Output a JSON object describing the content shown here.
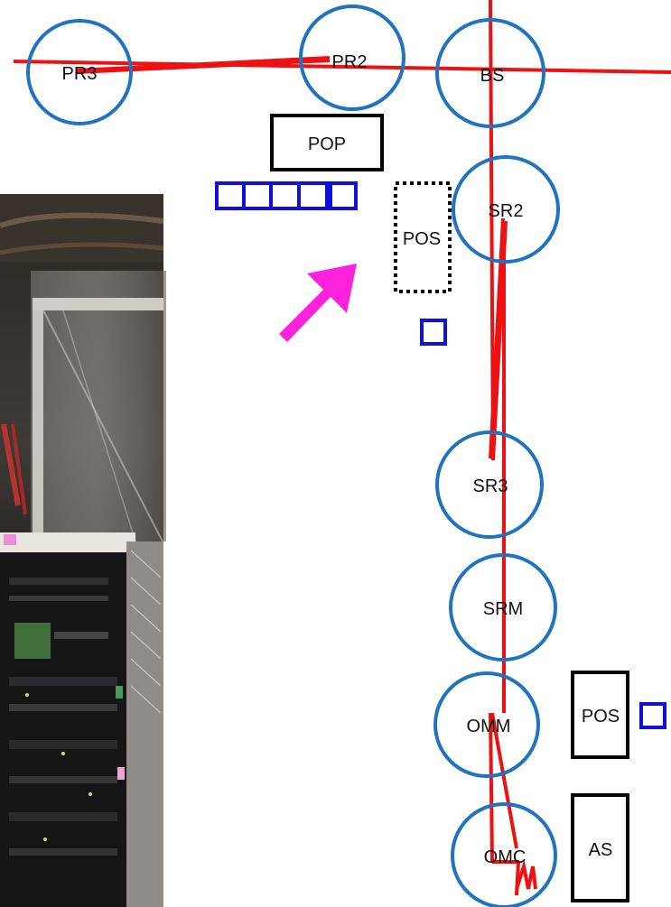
{
  "colors": {
    "beam": "#ee1111",
    "optic_circle": "#1f73bf",
    "box": "#000000",
    "small_box": "#1010dd",
    "arrow": "#ff22dd"
  },
  "optics": {
    "pr3": "PR3",
    "pr2": "PR2",
    "bs": "BS",
    "sr2": "SR2",
    "sr3": "SR3",
    "srm": "SRM",
    "omm": "OMM",
    "omc": "OMC"
  },
  "boxes": {
    "pop": "POP",
    "pos_upper": "POS",
    "pos_lower": "POS",
    "as": "AS"
  },
  "photo": {
    "description_icon": "photo-icon"
  },
  "arrow_icon": "arrow-up-right-icon"
}
